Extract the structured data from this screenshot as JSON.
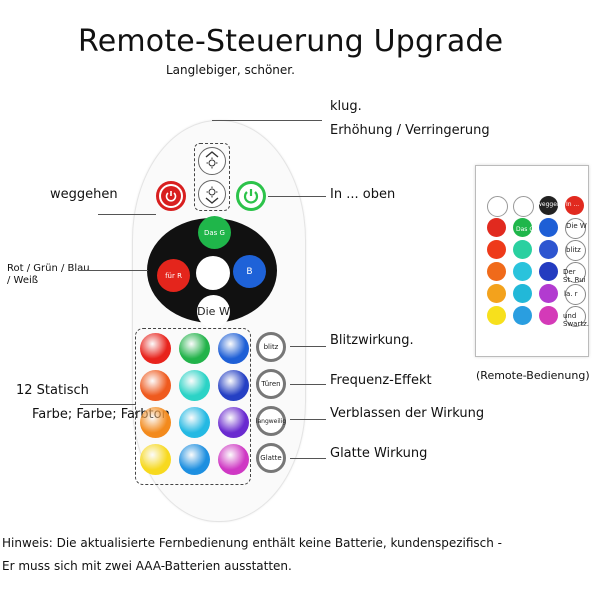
{
  "title": "Remote-Steuerung Upgrade",
  "subtitle": "Langlebiger, schöner.",
  "labels": {
    "klug": "klug.",
    "brightness": "Erhöhung / Verringerung",
    "off": "weggehen",
    "on": "In ... oben",
    "rgbw": "Rot / Grün / Blau",
    "rgbw2": "/ Weiß",
    "flash": "Blitzwirkung.",
    "strobe": "Frequenz-Effekt",
    "fade": "Verblassen der Wirkung",
    "smooth": "Glatte Wirkung",
    "static": "12 Statisch",
    "colors": "Farbe; Farbe; Farbton",
    "thumb_caption": "(Remote-Bedienung)"
  },
  "remote": {
    "power_off_label": "",
    "green_label": "Das G",
    "red_label": "für R",
    "blue_label": "B",
    "white_label": "Die W",
    "fn_buttons": [
      "blitz",
      "Türen",
      "langweilig",
      "Glatte"
    ]
  },
  "colors": {
    "grid": [
      [
        "#e8231c",
        "#22b34a",
        "#1e5fd6"
      ],
      [
        "#ef5a1e",
        "#2bd3c6",
        "#2540c4"
      ],
      [
        "#f38a1c",
        "#24b9e3",
        "#6a2ad0"
      ],
      [
        "#f7d91f",
        "#1d8fe0",
        "#cf38c4"
      ]
    ]
  },
  "thumb": {
    "top_labels": [
      "",
      "",
      "weggeh",
      "In ..."
    ],
    "center_labels": [
      "Das G"
    ],
    "side_labels": [
      "Die W",
      "blitz",
      "Der St. Rui",
      "la. r",
      "und Swartz."
    ]
  },
  "notes": [
    "Hinweis: Die aktualisierte Fernbedienung enthält keine Batterie, kundenspezifisch -",
    "Er muss sich mit zwei AAA-Batterien ausstatten."
  ]
}
